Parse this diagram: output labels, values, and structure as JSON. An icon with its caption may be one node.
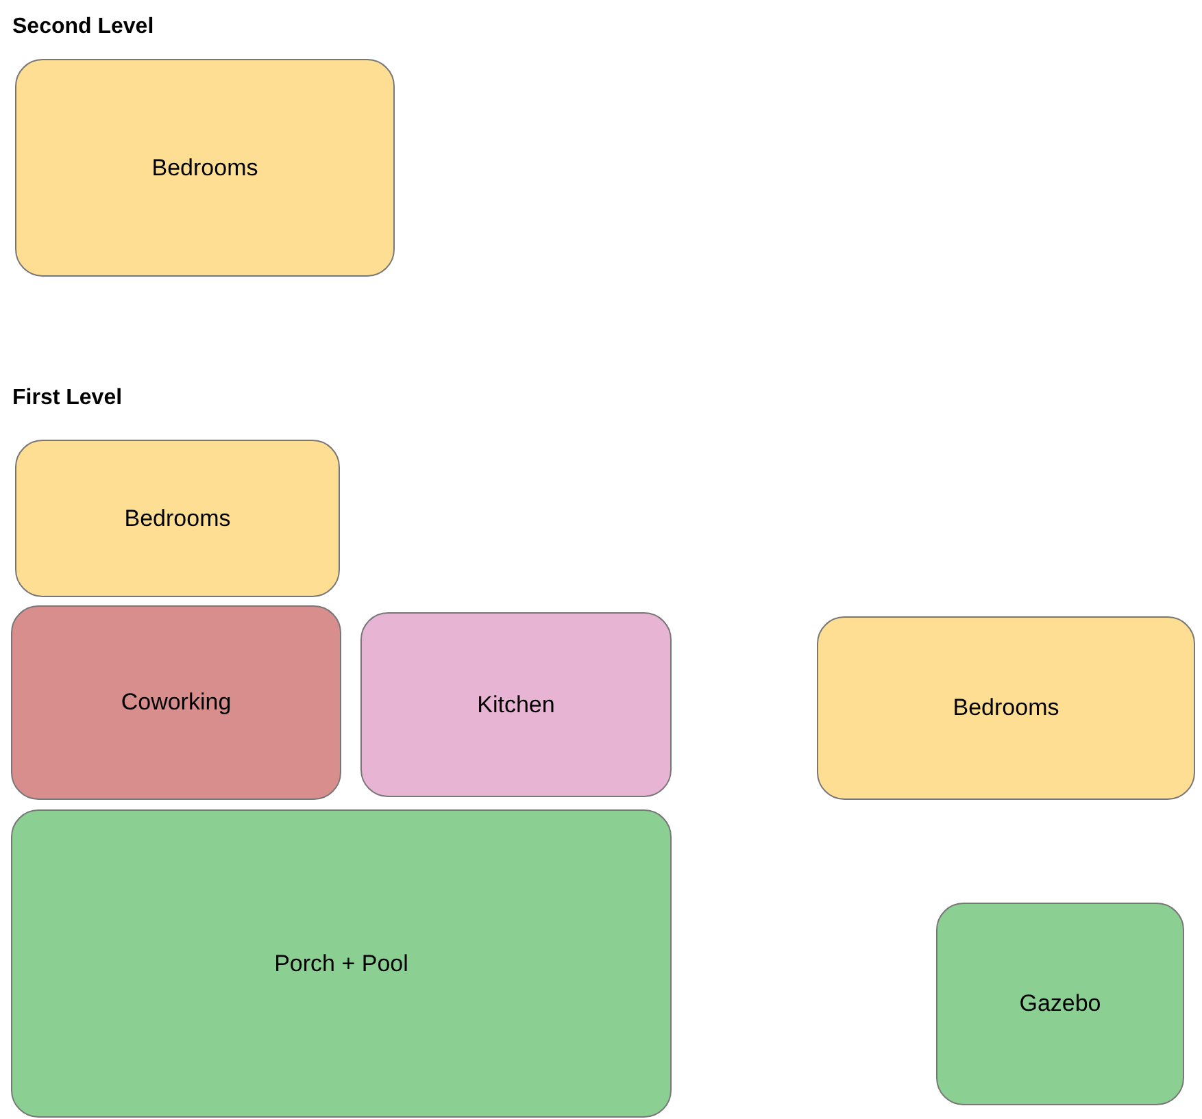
{
  "diagram": {
    "nodes": [
      {
        "text": [
          "Bedrooms"
        ]
      },
      {
        "text": [
          "Bedrooms"
        ]
      },
      {
        "text": [
          "Coworking"
        ]
      },
      {
        "text": [
          "Kitchen"
        ]
      },
      {
        "text": [
          "Bedrooms"
        ]
      },
      {
        "text": [
          "Porch + Pool"
        ]
      },
      {
        "text": [
          "Gazebo"
        ]
      }
    ],
    "labels": [
      "Second Level",
      "First Level"
    ]
  }
}
